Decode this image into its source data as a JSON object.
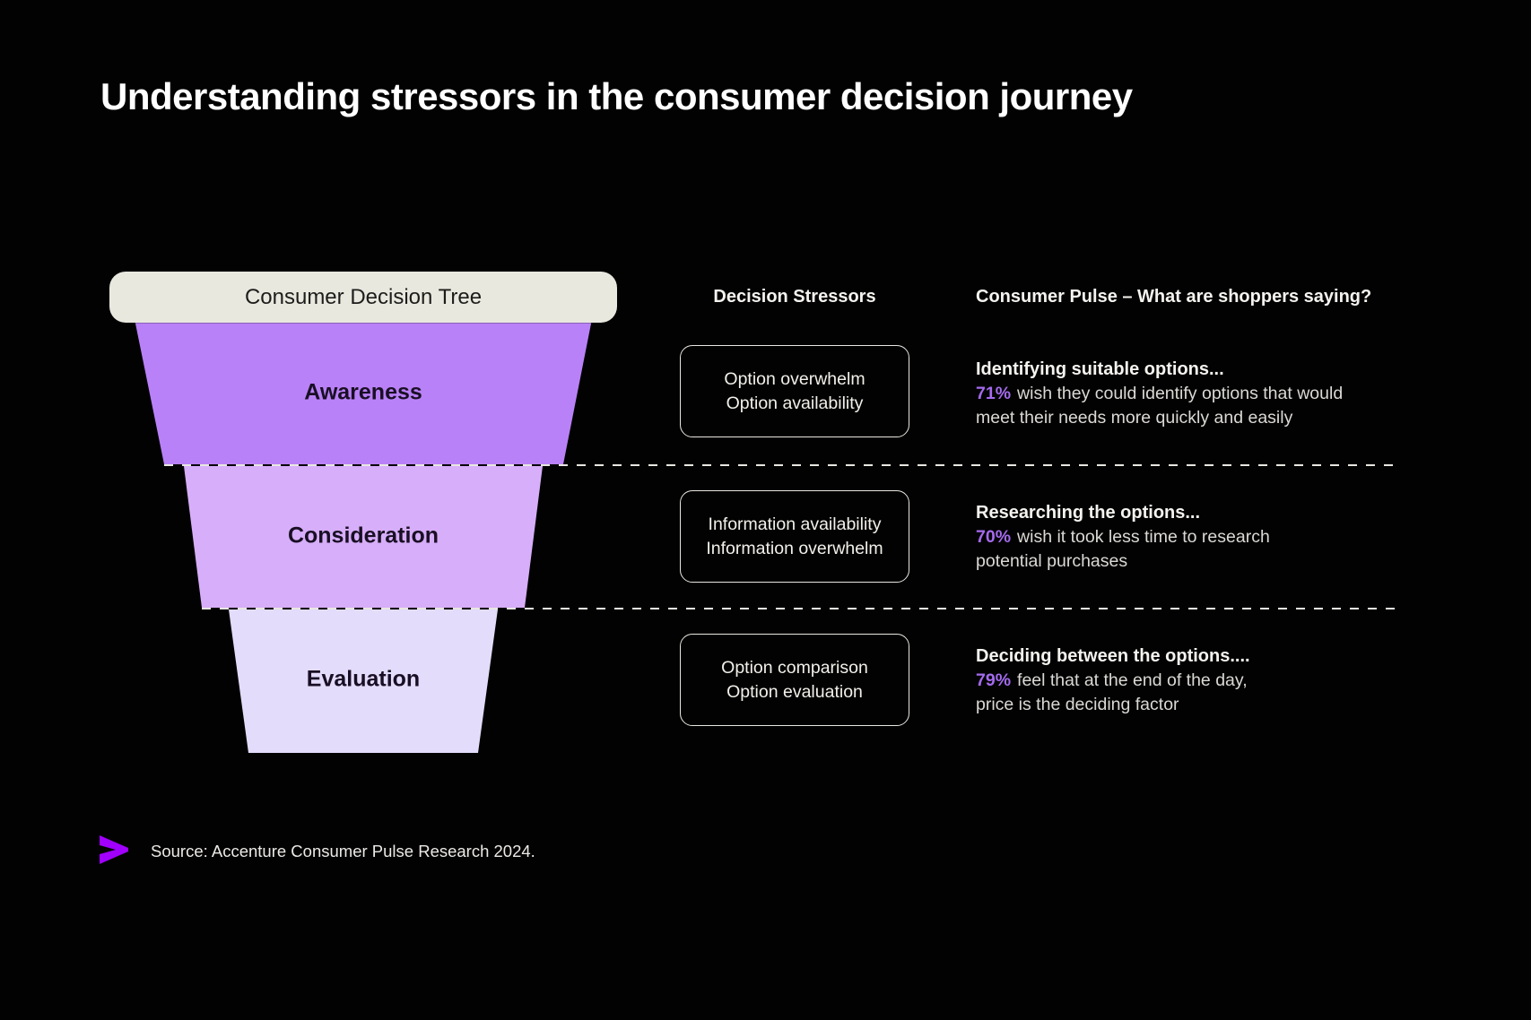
{
  "slide": {
    "title": "Understanding stressors in the consumer decision journey"
  },
  "colors": {
    "accent": "#a100ff",
    "percent": "#a46bee",
    "awareness_fill": "#b981f7",
    "consideration_fill": "#d7aef9",
    "evaluation_fill": "#e3dcfb",
    "pill_fill": "#e9e8df",
    "background": "#020202"
  },
  "funnel": {
    "header": "Consumer Decision Tree",
    "stages": [
      {
        "label": "Awareness",
        "color": "#b981f7"
      },
      {
        "label": "Consideration",
        "color": "#d7aef9"
      },
      {
        "label": "Evaluation",
        "color": "#e3dcfb"
      }
    ]
  },
  "stressors": {
    "header": "Decision Stressors",
    "boxes": [
      {
        "line1": "Option overwhelm",
        "line2": "Option availability"
      },
      {
        "line1": "Information availability",
        "line2": "Information overwhelm"
      },
      {
        "line1": "Option comparison",
        "line2": "Option evaluation"
      }
    ]
  },
  "pulse": {
    "header": "Consumer Pulse – What are shoppers saying?",
    "items": [
      {
        "heading": "Identifying suitable options...",
        "percent": "71%",
        "rest": "wish they could identify options that would",
        "line2": "meet their needs more quickly and easily"
      },
      {
        "heading": "Researching the options...",
        "percent": "70%",
        "rest": "wish it took less time to research",
        "line2": "potential purchases"
      },
      {
        "heading": "Deciding between the options....",
        "percent": "79%",
        "rest": "feel that at the end of the day,",
        "line2": "price is the deciding factor"
      }
    ]
  },
  "footer": {
    "source": "Source: Accenture Consumer Pulse Research 2024."
  }
}
